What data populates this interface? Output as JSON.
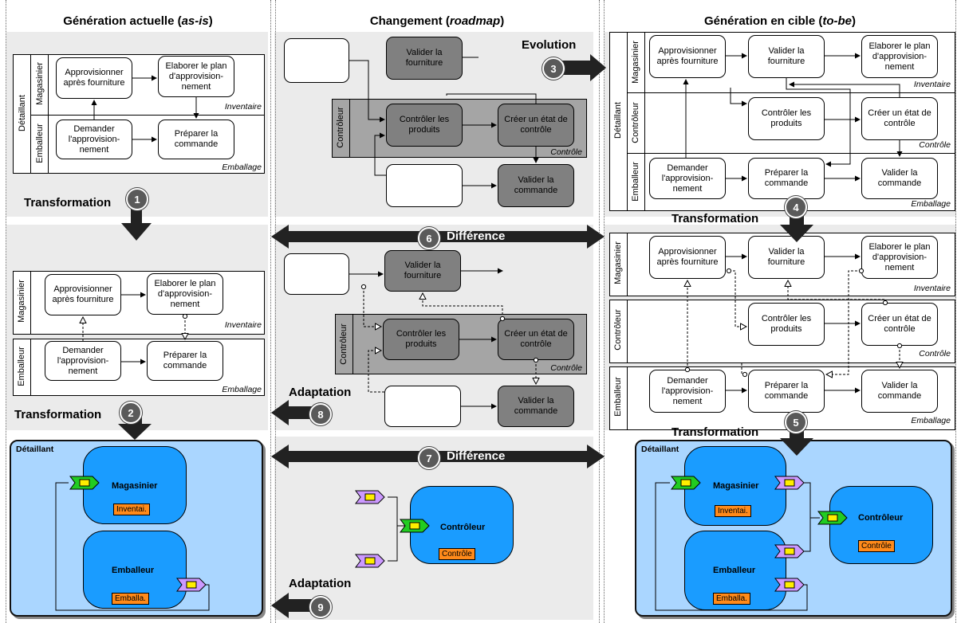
{
  "columns": {
    "as_is": {
      "title_prefix": "Génération actuelle (",
      "title_em": "as-is",
      "title_suffix": ")"
    },
    "roadmap": {
      "title_prefix": "Changement (",
      "title_em": "roadmap",
      "title_suffix": ")"
    },
    "to_be": {
      "title_prefix": "Génération en cible (",
      "title_em": "to-be",
      "title_suffix": ")"
    }
  },
  "lanes": {
    "detaillant": "Détaillant",
    "magasinier": "Magasinier",
    "emballeur": "Emballeur",
    "controleur": "Contrôleur"
  },
  "areas": {
    "inventaire": "Inventaire",
    "emballage": "Emballage",
    "controle": "Contrôle"
  },
  "activities": {
    "approvisionner": "Approvisionner après fourniture",
    "elaborer": "Elaborer le plan d'approvision-nement",
    "demander": "Demander l'approvision-nement",
    "preparer": "Préparer la commande",
    "valider_fourniture": "Valider la fourniture",
    "controler": "Contrôler les produits",
    "creer_etat": "Créer un état de contrôle",
    "valider_commande": "Valider la commande"
  },
  "steps": {
    "s1": {
      "label": "Transformation",
      "num": "1"
    },
    "s2": {
      "label": "Transformation",
      "num": "2"
    },
    "s3": {
      "label": "Evolution",
      "num": "3"
    },
    "s4": {
      "label": "Transformation",
      "num": "4"
    },
    "s5": {
      "label": "Transformation",
      "num": "5"
    },
    "s6": {
      "label": "Différence",
      "num": "6"
    },
    "s7": {
      "label": "Différence",
      "num": "7"
    },
    "s8": {
      "label": "Adaptation",
      "num": "8"
    },
    "s9": {
      "label": "Adaptation",
      "num": "9"
    }
  },
  "components": {
    "detaillant": "Détaillant",
    "magasinier": "Magasinier",
    "emballeur": "Emballeur",
    "controleur": "Contrôleur",
    "tag_inventaire": "Inventai.",
    "tag_emballage": "Emballa.",
    "tag_controle": "Contrôle"
  },
  "colors": {
    "background_panel": "#ebebeb",
    "component_blue": "#1a9cff",
    "outer_box_blue": "#aad6ff",
    "tag_orange": "#ff8a1a",
    "port_green": "#22cc22",
    "port_purple": "#cc99ff",
    "port_yellow": "#ffee00",
    "dark_activity": "#808080",
    "dark_lane": "#a5a5a5"
  }
}
